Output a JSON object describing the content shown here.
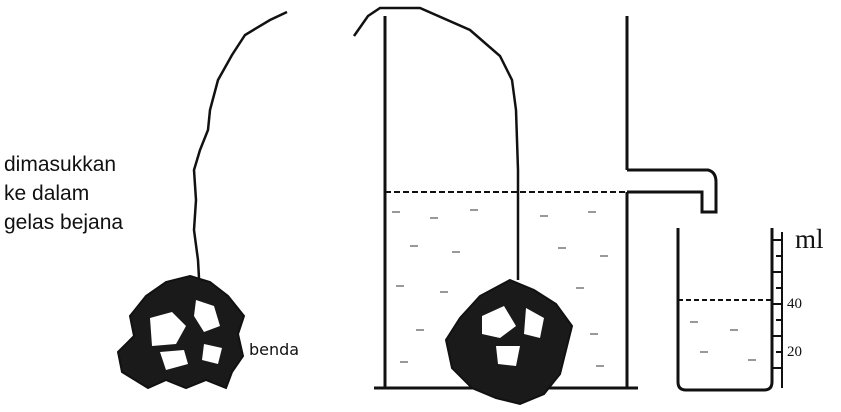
{
  "caption": {
    "lines": [
      "dimasukkan",
      "ke dalam",
      "gelas bejana"
    ]
  },
  "object_label": "benda",
  "cylinder": {
    "unit": "ml",
    "ticks": [
      "40",
      "20"
    ],
    "water_level_ml": 40
  },
  "colors": {
    "ink": "#111111",
    "background": "#ffffff"
  }
}
